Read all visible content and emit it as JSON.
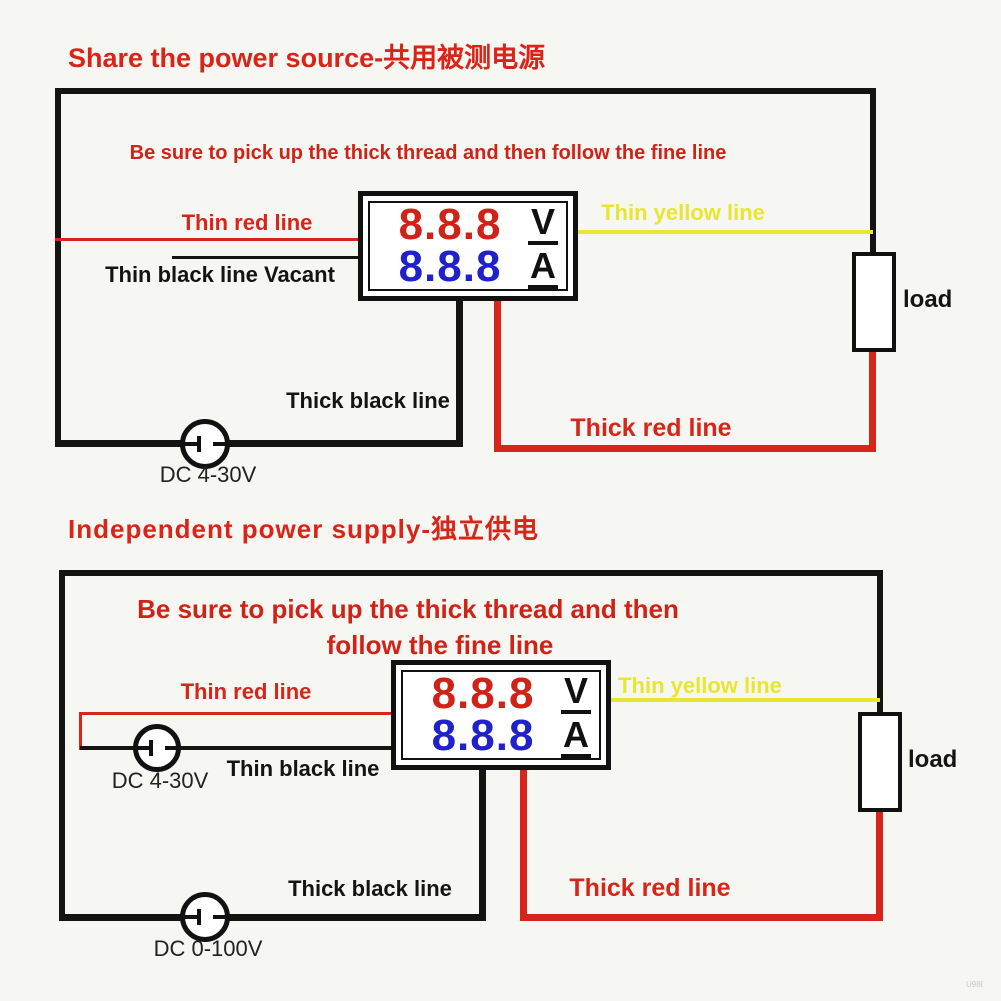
{
  "page": {
    "watermark": "U98I"
  },
  "colors": {
    "red": "#d8251a",
    "yellow": "#e8e630",
    "blue": "#2121cc",
    "digit_red": "#cf2318",
    "black": "#161413"
  },
  "meter": {
    "volts": "8.8.8",
    "amps": "8.8.8",
    "volt_unit": "V",
    "amp_unit": "A"
  },
  "section1": {
    "title": "Share the power source-共用被测电源",
    "instruction": "Be sure to pick up the thick thread and then follow the fine line",
    "labels": {
      "thin_red": "Thin red line",
      "thin_yellow": "Thin yellow line",
      "thin_black": "Thin black line Vacant",
      "thick_black": "Thick black line",
      "thick_red": "Thick red line",
      "load": "load",
      "dc_source": "DC 4-30V"
    }
  },
  "section2": {
    "title": "Independent  power  supply-独立供电",
    "instruction_line1": "Be sure to pick up the thick thread and then",
    "instruction_line2": "follow the fine line",
    "labels": {
      "thin_red": "Thin red line",
      "thin_yellow": "Thin yellow line",
      "thin_black": "Thin black line",
      "thick_black": "Thick black line",
      "thick_red": "Thick red line",
      "load": "load",
      "dc_source_meter": "DC 4-30V",
      "dc_source_load": "DC 0-100V"
    }
  }
}
